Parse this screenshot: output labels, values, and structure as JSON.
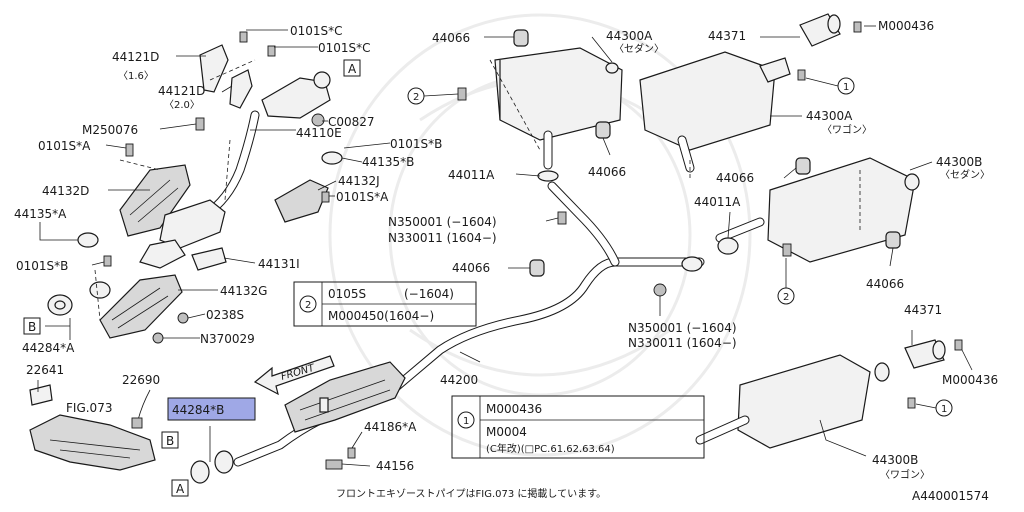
{
  "labels": {
    "l_0101SC_1": "0101S*C",
    "l_0101SC_2": "0101S*C",
    "l_44121D_a": "44121D",
    "l_16": "〈1.6〉",
    "l_44121D_b": "44121D",
    "l_20": "〈2.0〉",
    "l_M250076": "M250076",
    "l_0101SA_1": "0101S*A",
    "l_44110E": "44110E",
    "l_C00827": "C00827",
    "l_0101SB_1": "0101S*B",
    "l_44135B": "44135*B",
    "l_44132D": "44132D",
    "l_44132J": "44132J",
    "l_0101SA_2": "0101S*A",
    "l_44135A": "44135*A",
    "l_0101SB_2": "0101S*B",
    "l_44131I": "44131I",
    "l_44132G": "44132G",
    "l_0238S": "0238S",
    "l_44284A": "44284*A",
    "l_N370029": "N370029",
    "l_22641": "22641",
    "l_22690": "22690",
    "l_FIG073": "FIG.073",
    "l_44284B": "44284*B",
    "l_FRONT": "FRONT",
    "l_44066_1": "44066",
    "l_44300A_1": "44300A",
    "l_sedan_1": "〈セダン〉",
    "l_44371_1": "44371",
    "l_M000436_1": "M000436",
    "l_44300A_2": "44300A",
    "l_wagon_1": "〈ワゴン〉",
    "l_44011A_1": "44011A",
    "l_44066_2": "44066",
    "l_44066_3": "44066",
    "l_44300B_1": "44300B",
    "l_sedan_2": "〈セダン〉",
    "l_44011A_2": "44011A",
    "l_N350001_1": "N350001 (−1604)",
    "l_N330011_1": "N330011 (1604−)",
    "l_44066_4": "44066",
    "l_44066_5": "44066",
    "l_N350001_2": "N350001 (−1604)",
    "l_N330011_2": "N330011 (1604−)",
    "l_44200": "44200",
    "l_44186A": "44186*A",
    "l_44156": "44156",
    "l_44371_2": "44371",
    "l_M000436_2": "M000436",
    "l_44300B_2": "44300B",
    "l_wagon_2": "〈ワゴン〉",
    "l_footer": "フロントエキゾーストパイプはFIG.073 に掲載しています。",
    "l_code": "A440001574"
  },
  "markers": {
    "ref_A": "A",
    "ref_B": "B",
    "num_1": "1",
    "num_2": "2"
  },
  "tables": {
    "t2_row1_part": "0105S",
    "t2_row1_range": "(−1604)",
    "t2_row2": "M000450(1604−)",
    "t1_row1": "M000436",
    "t1_row2": "M0004",
    "t1_row3": "(C年改)(□PC.61.62.63.64)"
  }
}
